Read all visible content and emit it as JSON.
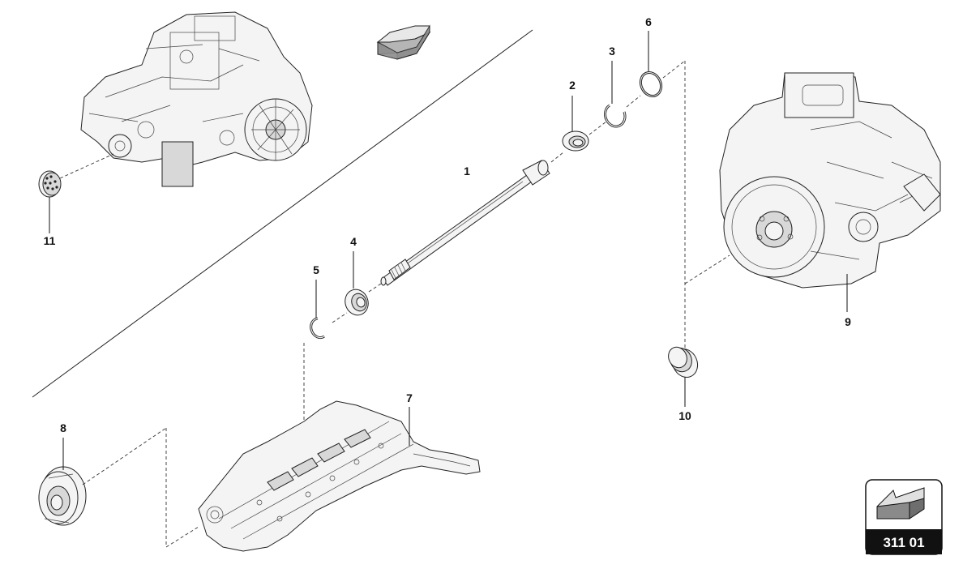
{
  "labels": {
    "p1": "1",
    "p2": "2",
    "p3": "3",
    "p4": "4",
    "p5": "5",
    "p6": "6",
    "p7": "7",
    "p8": "8",
    "p9": "9",
    "p10": "10",
    "p11": "11"
  },
  "page_code": "311 01",
  "icons": {
    "direction": "direction-arrow-icon",
    "badge": "assembly-arrow-icon"
  }
}
